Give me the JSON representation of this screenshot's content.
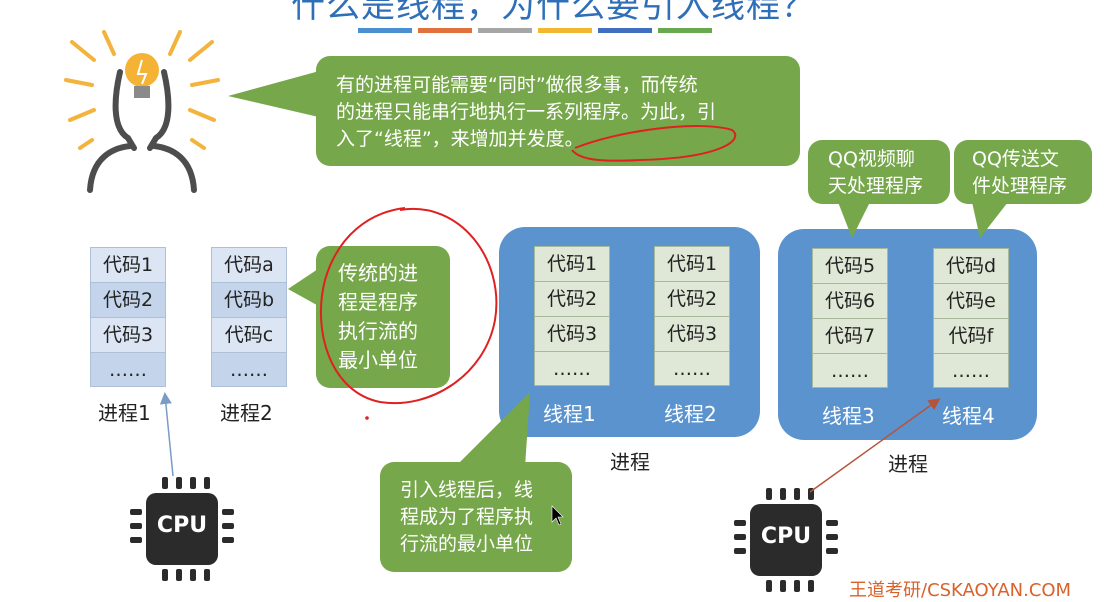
{
  "title": "什么是线程，为什么要引入线程？",
  "color_bar": [
    "#4a8fcf",
    "#e0703c",
    "#a6a6a6",
    "#f2b830",
    "#3f6fbe",
    "#6aa84f"
  ],
  "thinker_icon": "lightbulb-thinker-icon",
  "intro_bubble": {
    "line1": "有的进程可能需要“同时”做很多事，而传统",
    "line2": "的进程只能串行地执行一系列程序。为此，引",
    "line3": "入了“线程”，来增加并发度。"
  },
  "process1": {
    "cells": [
      "代码1",
      "代码2",
      "代码3",
      "……"
    ],
    "label": "进程1"
  },
  "process2": {
    "cells": [
      "代码a",
      "代码b",
      "代码c",
      "……"
    ],
    "label": "进程2"
  },
  "traditional_bubble": {
    "line1": "传统的进",
    "line2": "程是程序",
    "line3": "执行流的",
    "line4": "最小单位"
  },
  "panel1": {
    "thread1": {
      "cells": [
        "代码1",
        "代码2",
        "代码3",
        "……"
      ],
      "label": "线程1"
    },
    "thread2": {
      "cells": [
        "代码1",
        "代码2",
        "代码3",
        "……"
      ],
      "label": "线程2"
    },
    "label": "进程"
  },
  "panel2": {
    "thread3": {
      "cells": [
        "代码5",
        "代码6",
        "代码7",
        "……"
      ],
      "label": "线程3"
    },
    "thread4": {
      "cells": [
        "代码d",
        "代码e",
        "代码f",
        "……"
      ],
      "label": "线程4"
    },
    "label": "进程"
  },
  "qq_video_bubble": {
    "line1": "QQ视频聊",
    "line2": "天处理程序"
  },
  "qq_file_bubble": {
    "line1": "QQ传送文",
    "line2": "件处理程序"
  },
  "thread_bubble": {
    "line1": "引入线程后，线",
    "line2": "程成为了程序执",
    "line3": "行流的最小单位"
  },
  "cpu_left": "CPU",
  "cpu_right": "CPU",
  "footer": "王道考研/CSKAOYAN.COM"
}
